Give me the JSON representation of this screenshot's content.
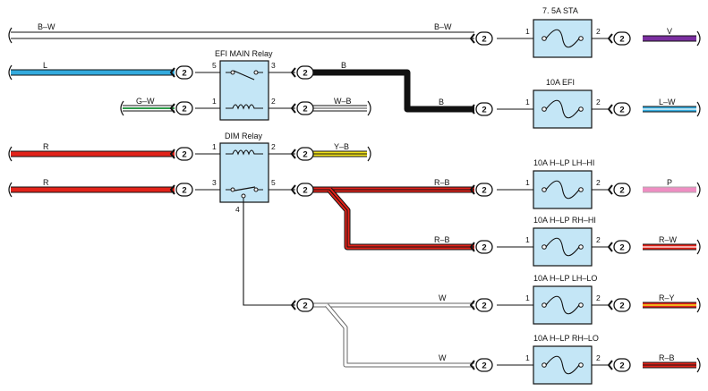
{
  "wires": {
    "bw_top": "B–W",
    "bw_right": "B–W",
    "l": "L",
    "b_relay": "B",
    "b_fuse": "B",
    "gw": "G–W",
    "wb": "W–B",
    "r_upper": "R",
    "yb": "Y–B",
    "r_lower": "R",
    "rb_1": "R–B",
    "rb_2": "R–B",
    "w_1": "W",
    "w_2": "W",
    "v": "V",
    "lw": "L–W",
    "p": "P",
    "rw": "R–W",
    "ry": "R–Y",
    "rb_out": "R–B"
  },
  "relays": {
    "efi_main": "EFI MAIN Relay",
    "dim": "DIM Relay"
  },
  "fuses": {
    "sta": "7. 5A STA",
    "efi": "10A EFI",
    "lh_hi": "10A H–LP LH–HI",
    "rh_hi": "10A H–LP RH–HI",
    "lh_lo": "10A H–LP LH–LO",
    "rh_lo": "10A H–LP RH–LO"
  },
  "pins": {
    "p1": "1",
    "p2": "2",
    "p3": "3",
    "p4": "4",
    "p5": "5"
  },
  "connector_label": "2",
  "colors": {
    "violet": "#7b2fa0",
    "blue": "#33aadd",
    "green": "#2f9a4a",
    "red": "#e2231a",
    "yellow": "#f2e31b",
    "pink": "#ee8ec2",
    "black": "#111111",
    "box_fill": "#c4e6f6"
  }
}
